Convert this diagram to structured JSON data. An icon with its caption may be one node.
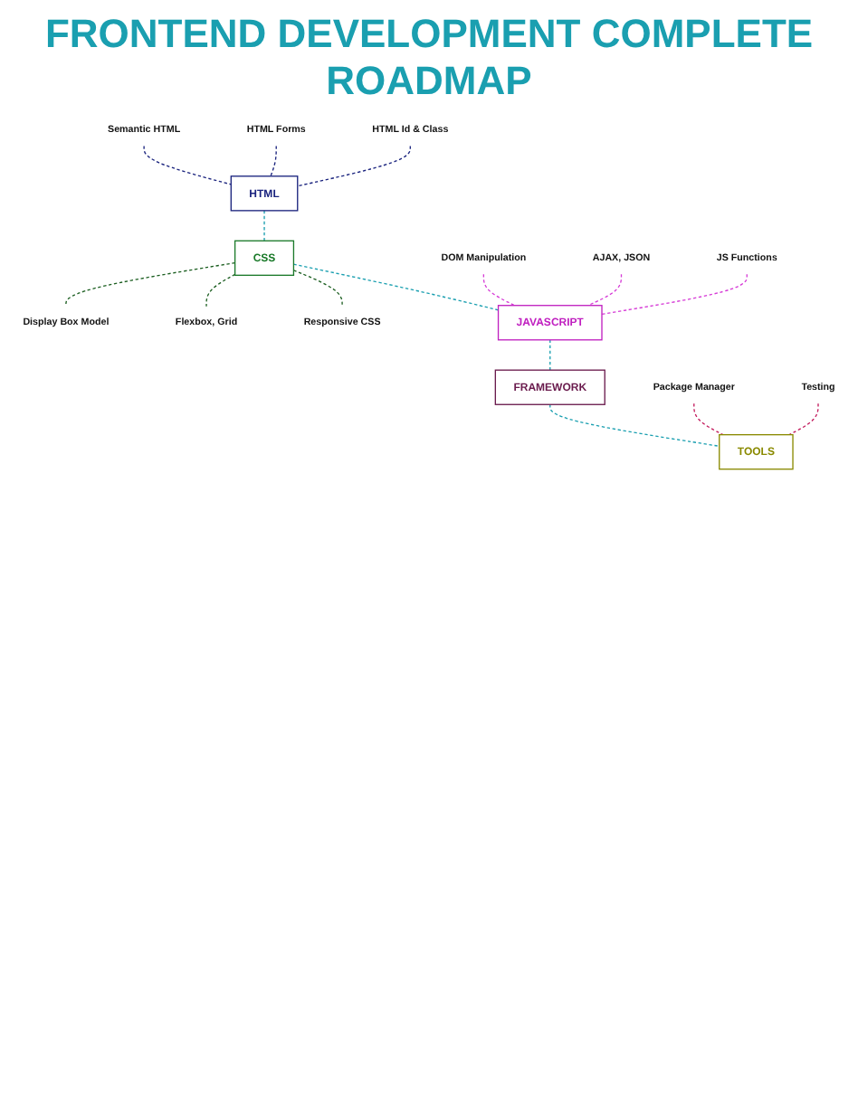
{
  "diagram": {
    "title": "FRONTEND DEVELOPMENT COMPLETE ROADMAP",
    "nodes": [
      {
        "text": [
          "HTML"
        ]
      },
      {
        "text": [
          "Semantic HTML"
        ]
      },
      {
        "text": [
          "HTML Forms"
        ]
      },
      {
        "text": [
          "HTML Id & Class"
        ]
      },
      {
        "text": [
          "CSS"
        ]
      },
      {
        "text": [
          "Display Box Model"
        ]
      },
      {
        "text": [
          "Flexbox, Grid"
        ]
      },
      {
        "text": [
          "Responsive CSS"
        ]
      },
      {
        "text": [
          "JAVASCRIPT"
        ]
      },
      {
        "text": [
          "DOM Manipulation"
        ]
      },
      {
        "text": [
          "AJAX, JSON"
        ]
      },
      {
        "text": [
          "JS Functions"
        ]
      },
      {
        "text": [
          "FRAMEWORK"
        ]
      },
      {
        "text": [
          "TOOLS"
        ]
      },
      {
        "text": [
          "Package Manager"
        ]
      },
      {
        "text": [
          "Testing"
        ]
      }
    ],
    "edges": [
      {
        "from": 0,
        "to": 4,
        "arrow": "none",
        "style": "dashed",
        "color": "#1a9fb0"
      },
      {
        "from": 4,
        "to": 8,
        "arrow": "none",
        "style": "dashed",
        "color": "#1a9fb0"
      },
      {
        "from": 8,
        "to": 12,
        "arrow": "none",
        "style": "dashed",
        "color": "#1a9fb0"
      },
      {
        "from": 12,
        "to": 13,
        "arrow": "none",
        "style": "dashed",
        "color": "#1a9fb0"
      },
      {
        "from": 1,
        "to": 0,
        "arrow": "none",
        "style": "dashed",
        "color": "#1a237e"
      },
      {
        "from": 2,
        "to": 0,
        "arrow": "none",
        "style": "dashed",
        "color": "#1a237e"
      },
      {
        "from": 3,
        "to": 0,
        "arrow": "none",
        "style": "dashed",
        "color": "#1a237e"
      },
      {
        "from": 4,
        "to": 5,
        "arrow": "none",
        "style": "dashed",
        "color": "#1b5e20"
      },
      {
        "from": 4,
        "to": 6,
        "arrow": "none",
        "style": "dashed",
        "color": "#1b5e20"
      },
      {
        "from": 4,
        "to": 7,
        "arrow": "none",
        "style": "dashed",
        "color": "#1b5e20"
      },
      {
        "from": 9,
        "to": 8,
        "arrow": "none",
        "style": "dashed",
        "color": "#d63ad6"
      },
      {
        "from": 10,
        "to": 8,
        "arrow": "none",
        "style": "dashed",
        "color": "#d63ad6"
      },
      {
        "from": 11,
        "to": 8,
        "arrow": "none",
        "style": "dashed",
        "color": "#d63ad6"
      },
      {
        "from": 14,
        "to": 13,
        "arrow": "none",
        "style": "dashed",
        "color": "#c2185b"
      },
      {
        "from": 15,
        "to": 13,
        "arrow": "none",
        "style": "dashed",
        "color": "#c2185b"
      }
    ]
  }
}
